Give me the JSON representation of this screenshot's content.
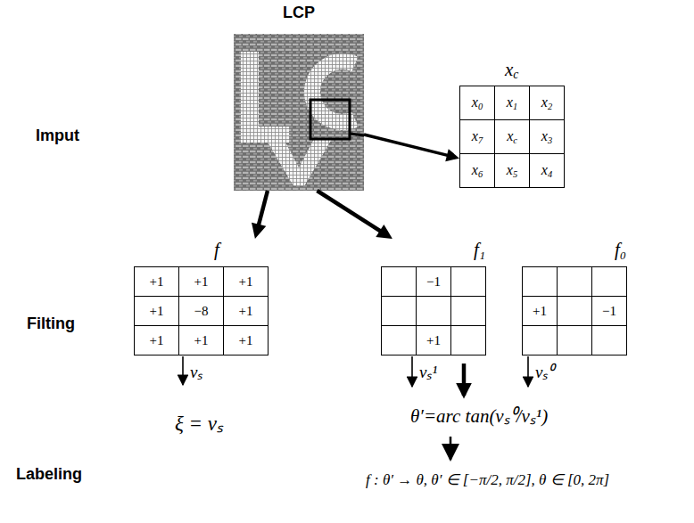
{
  "diagram": {
    "nodes": [
      {
        "text": [
          "LCP"
        ]
      },
      {
        "text": [
          "xc",
          "x0",
          "x1",
          "x2",
          "x7",
          "xc",
          "x3",
          "x6",
          "x5",
          "x4"
        ]
      },
      {
        "text": [
          "f",
          "+1",
          "+1",
          "+1",
          "+1",
          "−8",
          "+1",
          "+1",
          "+1",
          "+1"
        ]
      },
      {
        "text": [
          "f₁",
          "−1",
          "+1"
        ]
      },
      {
        "text": [
          "f₀",
          "+1",
          "−1"
        ]
      }
    ],
    "edges": [
      {
        "from": 0,
        "to": 1,
        "arrow": "to"
      },
      {
        "from": 0,
        "to": 2,
        "arrow": "to"
      },
      {
        "from": 0,
        "to": 3,
        "arrow": "to"
      }
    ],
    "labels": [
      "Imput",
      "Filting",
      "Labeling",
      "vₛ",
      "vₛ¹",
      "vₛ⁰",
      "ξ = vₛ",
      "θ′=arc tan(vₛ⁰/vₛ¹)",
      "f : θ′ → θ, θ′ ∈ [−π/2, π/2], θ ∈ [0, 2π]"
    ]
  }
}
